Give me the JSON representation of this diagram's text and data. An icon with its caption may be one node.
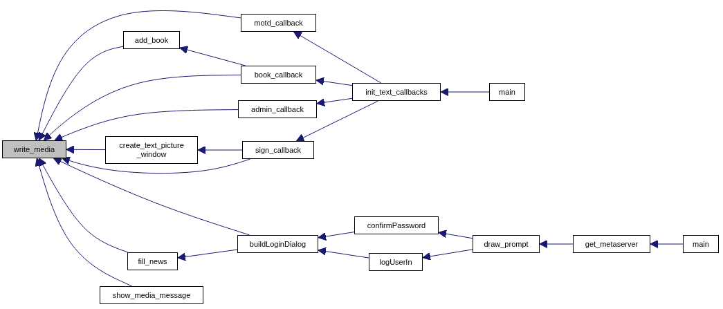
{
  "diagram": {
    "nodes": [
      {
        "text": [
          "write_media"
        ]
      },
      {
        "text": [
          "motd_callback"
        ]
      },
      {
        "text": [
          "add_book"
        ]
      },
      {
        "text": [
          "book_callback"
        ]
      },
      {
        "text": [
          "admin_callback"
        ]
      },
      {
        "text": [
          "create_text_picture _window"
        ]
      },
      {
        "text": [
          "sign_callback"
        ]
      },
      {
        "text": [
          "init_text_callbacks"
        ]
      },
      {
        "text": [
          "main"
        ]
      },
      {
        "text": [
          "buildLoginDialog"
        ]
      },
      {
        "text": [
          "confirmPassword"
        ]
      },
      {
        "text": [
          "logUserIn"
        ]
      },
      {
        "text": [
          "draw_prompt"
        ]
      },
      {
        "text": [
          "get_metaserver"
        ]
      },
      {
        "text": [
          "main"
        ]
      },
      {
        "text": [
          "fill_news"
        ]
      },
      {
        "text": [
          "show_media_message"
        ]
      }
    ],
    "edges": [
      {
        "from": 1,
        "to": 0,
        "arrow": "to"
      },
      {
        "from": 2,
        "to": 0,
        "arrow": "to"
      },
      {
        "from": 3,
        "to": 0,
        "arrow": "to"
      },
      {
        "from": 4,
        "to": 0,
        "arrow": "to"
      },
      {
        "from": 5,
        "to": 0,
        "arrow": "to"
      },
      {
        "from": 6,
        "to": 0,
        "arrow": "to"
      },
      {
        "from": 9,
        "to": 0,
        "arrow": "to"
      },
      {
        "from": 15,
        "to": 0,
        "arrow": "to"
      },
      {
        "from": 16,
        "to": 0,
        "arrow": "to"
      },
      {
        "from": 3,
        "to": 2,
        "arrow": "to"
      },
      {
        "from": 7,
        "to": 1,
        "arrow": "to"
      },
      {
        "from": 7,
        "to": 3,
        "arrow": "to"
      },
      {
        "from": 7,
        "to": 4,
        "arrow": "to"
      },
      {
        "from": 7,
        "to": 6,
        "arrow": "to"
      },
      {
        "from": 8,
        "to": 7,
        "arrow": "to"
      },
      {
        "from": 6,
        "to": 5,
        "arrow": "to"
      },
      {
        "from": 10,
        "to": 9,
        "arrow": "to"
      },
      {
        "from": 11,
        "to": 9,
        "arrow": "to"
      },
      {
        "from": 12,
        "to": 10,
        "arrow": "to"
      },
      {
        "from": 12,
        "to": 11,
        "arrow": "to"
      },
      {
        "from": 13,
        "to": 12,
        "arrow": "to"
      },
      {
        "from": 14,
        "to": 13,
        "arrow": "to"
      },
      {
        "from": 9,
        "to": 15,
        "arrow": "to"
      }
    ]
  }
}
